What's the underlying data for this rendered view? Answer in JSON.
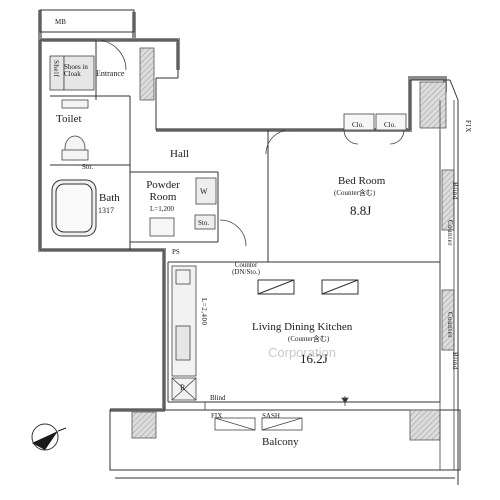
{
  "labels": {
    "mb": "MB",
    "shelf": "Shelf",
    "shoes_in_cloak": "Shoes in Cloak",
    "entrance": "Entrance",
    "toilet": "Toilet",
    "hall": "Hall",
    "sto_toilet": "Sto.",
    "bath": "Bath",
    "bath_size": "1317",
    "powder_room": "Powder Room",
    "powder_dim": "L=1,200",
    "washer": "W",
    "sto_powder": "Sto.",
    "ps": "PS",
    "counter_dn_sto": "Counter (DN/Sto.)",
    "kitchen_dim": "L=2,400",
    "refrigerator": "R",
    "bed_room": "Bed Room",
    "bed_room_note": "(Counter含む)",
    "bed_room_area": "8.8J",
    "closet_1": "Clo.",
    "closet_2": "Clo.",
    "ldk": "Living Dining Kitchen",
    "ldk_note": "(Counter含む)",
    "ldk_area": "16.2J",
    "blind_bottom": "Blind",
    "balcony": "Balcony",
    "fix_balcony": "FIX",
    "sash_balcony": "SASH",
    "fix_right": "FIX",
    "counter_right_1": "Counter",
    "blind_right_1": "Blind",
    "counter_right_2": "Counter",
    "blind_right_2": "Blind",
    "watermark": "Corporation"
  }
}
